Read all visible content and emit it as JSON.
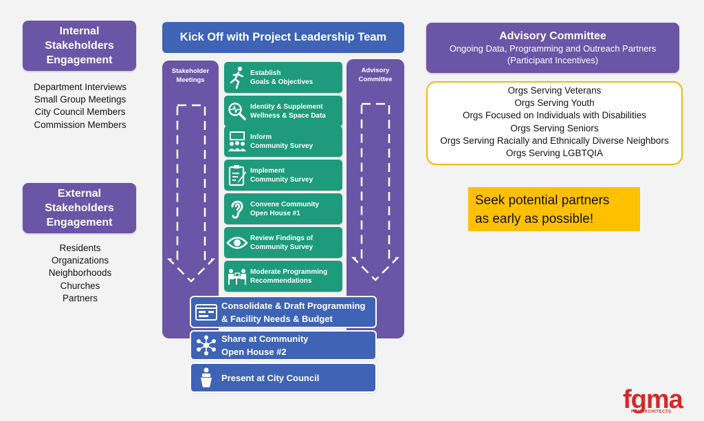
{
  "internal": {
    "title_lines": [
      "Internal",
      "Stakeholders",
      "Engagement"
    ],
    "items": [
      "Department Interviews",
      "Small Group Meetings",
      "City Council Members",
      "Commission Members"
    ]
  },
  "external": {
    "title_lines": [
      "External",
      "Stakeholders",
      "Engagement"
    ],
    "items": [
      "Residents",
      "Organizations",
      "Neighborhoods",
      "Churches",
      "Partners"
    ]
  },
  "kickoff": "Kick Off with Project Leadership Team",
  "left_column_lines": [
    "Stakeholder",
    "Meetings"
  ],
  "right_column_lines": [
    "Advisory",
    "Committee"
  ],
  "steps": [
    {
      "icon": "runner-icon",
      "lines": [
        "Establish",
        "Goals & Objectives"
      ]
    },
    {
      "icon": "magnifier-pulse-icon",
      "lines": [
        "Identity & Supplement",
        "Wellness & Space Data"
      ]
    },
    {
      "icon": "group-presentation-icon",
      "lines": [
        "Inform",
        "Community Survey"
      ]
    },
    {
      "icon": "clipboard-icon",
      "lines": [
        "Implement",
        "Community Survey"
      ]
    },
    {
      "icon": "ear-icon",
      "lines": [
        "Convene Community",
        "Open House #1"
      ]
    },
    {
      "icon": "eye-icon",
      "lines": [
        "Review Findings of",
        "Community Survey"
      ]
    },
    {
      "icon": "meeting-table-icon",
      "lines": [
        "Moderate Programming",
        "Recommendations"
      ]
    }
  ],
  "final_steps": [
    {
      "icon": "browser-form-icon",
      "lines": [
        "Consolidate & Draft Programming",
        "& Facility Needs & Budget"
      ]
    },
    {
      "icon": "network-share-icon",
      "lines": [
        "Share at Community",
        "Open House #2"
      ]
    },
    {
      "icon": "podium-icon",
      "lines": [
        "Present at City Council"
      ]
    }
  ],
  "advisory": {
    "title": "Advisory Committee",
    "subtitle_lines": [
      "Ongoing Data, Programming and Outreach Partners",
      "(Participant Incentives)"
    ]
  },
  "orgs": [
    "Orgs Serving Veterans",
    "Orgs Serving Youth",
    "Orgs Focused on Individuals with Disabilities",
    "Orgs Serving Seniors",
    "Orgs Serving Racially and Ethnically Diverse Neighbors",
    "Orgs Serving LGBTQIA"
  ],
  "callout_lines": [
    "Seek potential partners",
    "as early as possible!"
  ],
  "logo": {
    "text": "fgma",
    "subtext": "FGMARCHITECTS"
  },
  "colors": {
    "purple": "#6a55a6",
    "blue": "#3f63b5",
    "green": "#1e9a7c",
    "yellow": "#ffc000",
    "border_yellow": "#f2b705",
    "logo_red": "#d5282b"
  }
}
